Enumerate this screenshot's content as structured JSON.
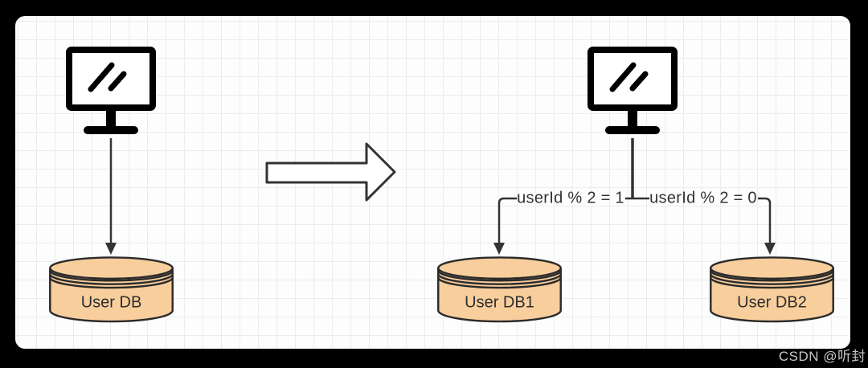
{
  "diagram": {
    "title_hint": "database sharding before/after",
    "before": {
      "client_icon": "monitor-icon",
      "database": {
        "label": "User DB"
      }
    },
    "transform_arrow": "right-arrow",
    "after": {
      "client_icon": "monitor-icon",
      "shards": [
        {
          "condition": "userId % 2 = 1",
          "label": "User DB1"
        },
        {
          "condition": "userId % 2 = 0",
          "label": "User DB2"
        }
      ]
    }
  },
  "colors": {
    "frame_bg": "#000000",
    "canvas_bg": "#fdfdfd",
    "grid_line": "#ececec",
    "db_fill": "#f8ce9c",
    "db_stroke": "#2b2b2b",
    "line_stroke": "#333333",
    "icon_stroke": "#000000",
    "watermark_text": "#c6c6c6"
  },
  "watermark": "CSDN @听封"
}
